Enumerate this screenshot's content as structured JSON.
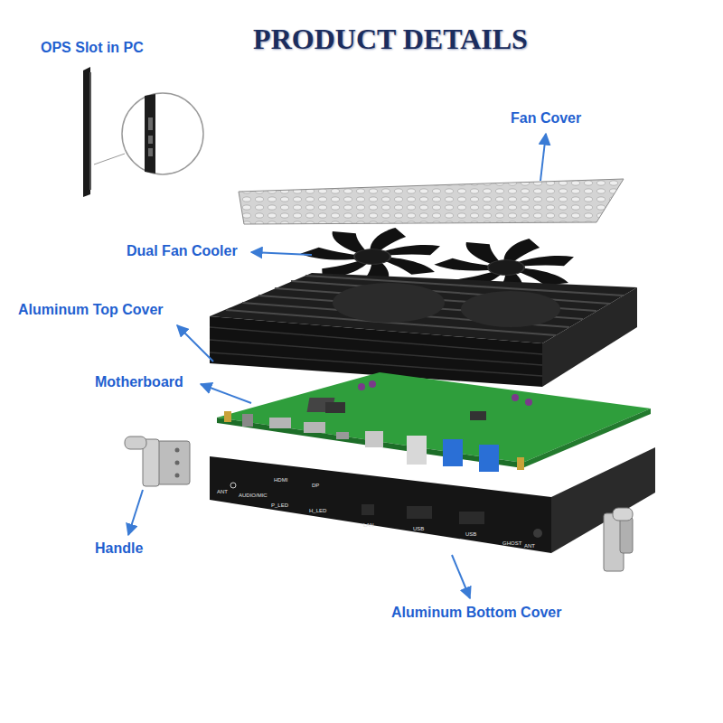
{
  "diagram": {
    "title": "PRODUCT DETAILS",
    "labels": [
      "OPS Slot in PC",
      "Fan Cover",
      "Dual Fan Cooler",
      "Aluminum Top Cover",
      "Motherboard",
      "Handle",
      "ANT",
      "AUDIO/MIC",
      "HDMI",
      "DP",
      "P_LED",
      "H_LED",
      "LAN",
      "USB",
      "USB",
      "GHOST",
      "ANT",
      "Aluminum Bottom Cover"
    ]
  }
}
